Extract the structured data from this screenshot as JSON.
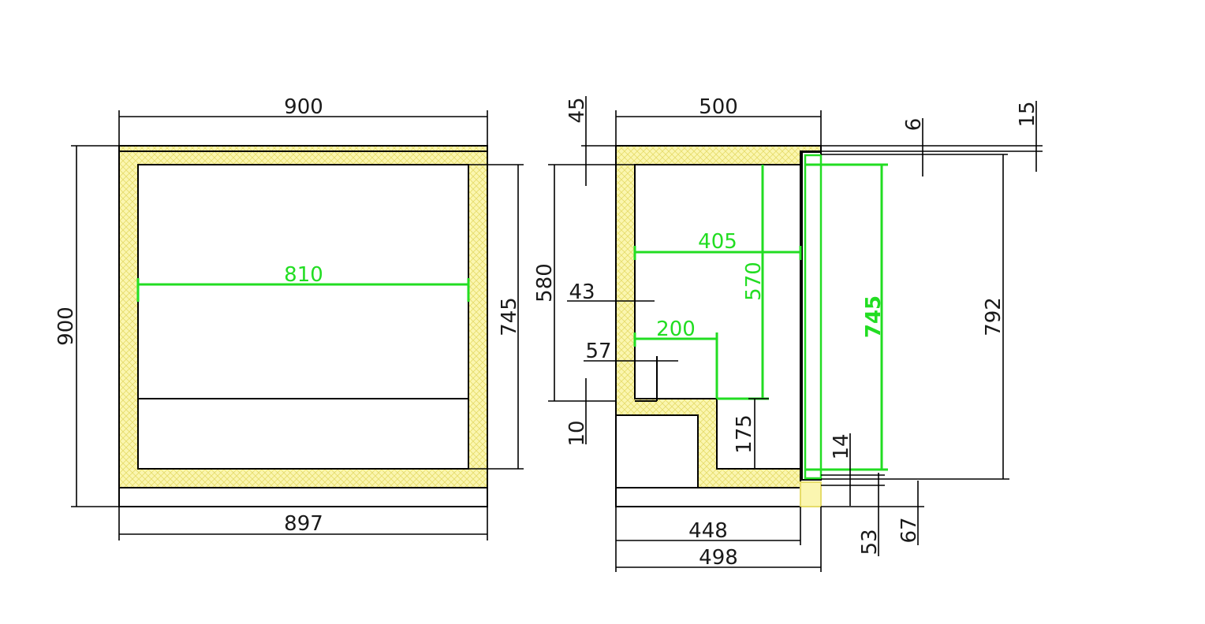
{
  "colors": {
    "insulation": "#fbf6b0",
    "insulation_hatch": "#e6dc6a",
    "line": "#000000",
    "highlight": "#22dd22"
  },
  "front_view": {
    "dims": {
      "top_width": "900",
      "bottom_width": "897",
      "height": "900",
      "inner_height": "745",
      "inner_width": "810"
    }
  },
  "side_view": {
    "dims": {
      "top_depth": "500",
      "top_thickness": "45",
      "gap_6": "6",
      "gap_15": "15",
      "inner_width": "405",
      "inner_height_570": "570",
      "door_height": "745",
      "overall_792": "792",
      "height_580": "580",
      "wall_43": "43",
      "shelf_200": "200",
      "step_57": "57",
      "step_10": "10",
      "step_175": "175",
      "gap_14": "14",
      "base_448": "448",
      "base_498": "498",
      "gap_53": "53",
      "gap_67": "67"
    }
  }
}
